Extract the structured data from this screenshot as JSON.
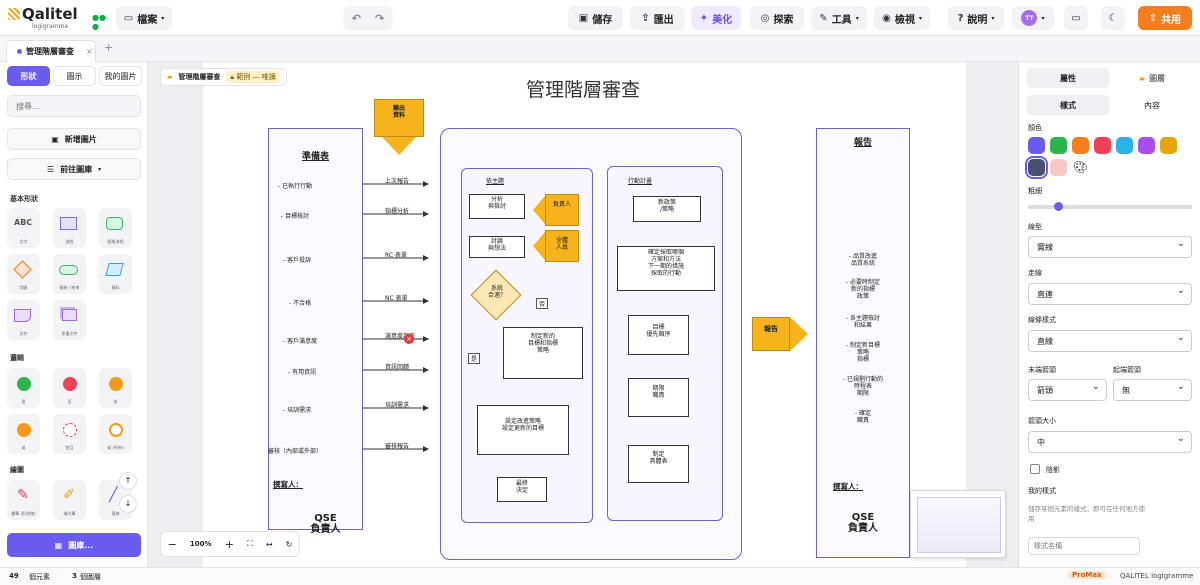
{
  "app": {
    "logo": "Qalitel",
    "logo_sub": "logigramme"
  },
  "toolbar": {
    "file": "檔案",
    "save": "儲存",
    "export": "匯出",
    "beautify": "美化",
    "explore": "探索",
    "tools": "工具",
    "view": "檢視",
    "help": "說明",
    "avatar": "TT",
    "share": "共用"
  },
  "tab": {
    "label": "管理階層審查"
  },
  "sidebar": {
    "tabs": [
      "形狀",
      "圖示",
      "我的圖片"
    ],
    "search_placeholder": "搜尋...",
    "add_image": "新增圖片",
    "goto_library": "前往圖庫",
    "library_button": "圖庫...",
    "sections": {
      "basic": "基本形狀",
      "logic": "邏輯",
      "draw": "繪圖"
    },
    "basic_shapes": [
      "文字",
      "流程",
      "圓角流程",
      "判斷",
      "開始 / 結束",
      "資料",
      "文件",
      "多重文件"
    ],
    "logic_shapes": [
      "是",
      "否",
      "非",
      "或",
      "並且",
      "或 (所有)"
    ],
    "draw_tools": [
      "畫筆 (形狀線)",
      "螢光筆",
      "直線"
    ]
  },
  "breadcrumb": {
    "doc": "管理階層審查",
    "badge": "範例 — 唯讀"
  },
  "diagram": {
    "title": "管理階層審查",
    "subtitle": "管理階層審查：目的：提高客戶滿意度；手段：持續改善",
    "left_header": "準備表",
    "left_items": [
      "- 已執行行動",
      "- 目標檢討",
      "- 客戶投訴",
      "- 不合格",
      "- 客戶滿意度",
      "- 有用資訊",
      "- 培訓需求",
      "審核（內部或外部）"
    ],
    "arrow_labels": [
      "上次報告",
      "指標分析",
      "RC 表單",
      "NC 表單",
      "滿意度調查",
      "資訊回饋",
      "培訓需求",
      "審核報告"
    ],
    "left_footer_label": "撰寫人：",
    "left_footer_name": "QSE\n負責人",
    "output_label": "輸出\n資料",
    "theme_group": "依主題",
    "theme_steps": [
      "分析\n與檢討",
      "討論\n與想法",
      "系統\n合適？",
      "制定新的\n目標和指標\n策略",
      "設定改進策略\n設定更新的目標",
      "最終\n決定"
    ],
    "theme_yes": "是",
    "theme_no": "否",
    "side_tags": [
      "負責人",
      "全體\n人員"
    ],
    "action_group": "行動計畫",
    "action_steps": [
      "新政策\n/策略",
      "確定採取哪個\n方案和方法\n下一期的措施\n採取的行動",
      "目標\n優先順序",
      "期限\n職責",
      "制定\n具體表"
    ],
    "output_mid": "報告",
    "report_header": "報告",
    "report_items": [
      "- 品質改進\n品質系統",
      "- 必要時制定\n新的指標\n政策",
      "- 各主題檢討\n和結果",
      "- 制定新目標\n策略\n指標",
      "- 已規劃行動的\n時程表\n期限",
      "- 確定\n職責"
    ],
    "report_footer_label": "撰寫人：",
    "report_footer_name": "QSE\n負責人"
  },
  "zoom": {
    "level": "100%"
  },
  "right_panel": {
    "tabs": [
      "屬性",
      "圖層"
    ],
    "subtabs": [
      "樣式",
      "內容"
    ],
    "color_label": "顏色",
    "colors": [
      "#6a5cf0",
      "#2bb44a",
      "#f77f1b",
      "#f0405a",
      "#2ab3e8",
      "#a94df0",
      "#e6a50c",
      "#4a4f72",
      "#f8c8c8"
    ],
    "thickness_label": "粗細",
    "line_type_label": "線型",
    "line_type": "實線",
    "routing_label": "走線",
    "routing": "直連",
    "line_style_label": "線條樣式",
    "line_style": "直線",
    "end_arrow_label": "末端箭頭",
    "end_arrow": "箭頭",
    "start_arrow_label": "起端箭頭",
    "start_arrow": "無",
    "arrow_size_label": "箭頭大小",
    "arrow_size": "中",
    "shadow_label": "陰影",
    "my_styles_label": "我的樣式",
    "my_styles_desc": "儲存某個元素的樣式，即可在任何地方使用",
    "style_name_placeholder": "樣式名稱"
  },
  "status": {
    "elements_count": "49",
    "elements_label": "個元素",
    "layers_count": "3",
    "layers_label": "個圖層",
    "plan": "ProMax",
    "brand": "QALITEL logigramme"
  }
}
